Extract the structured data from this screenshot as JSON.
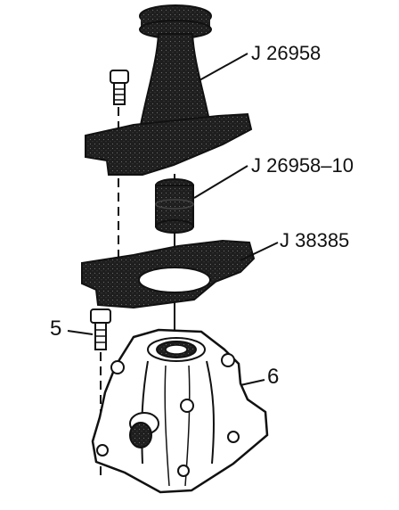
{
  "callouts": {
    "tool_installer": "J 26958",
    "tool_adapter": "J 26958–10",
    "tool_holding_plate": "J 38385",
    "bolt": "5",
    "housing": "6"
  },
  "colors": {
    "ink": "#111111",
    "tool_fill": "#2a2a2a",
    "part_fill": "#ffffff"
  }
}
